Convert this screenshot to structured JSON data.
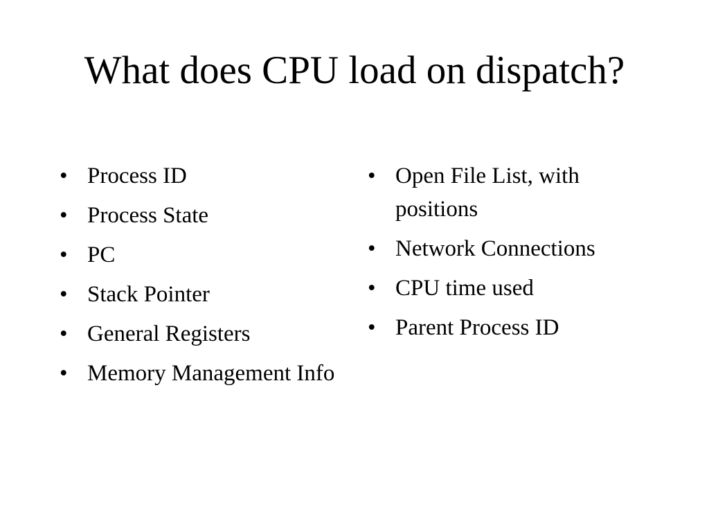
{
  "slide": {
    "title": "What does CPU load on dispatch?",
    "bullet_symbol": "•",
    "left_column": [
      "Process ID",
      "Process State",
      "PC",
      "Stack Pointer",
      "General Registers",
      "Memory Management Info"
    ],
    "right_column": [
      "Open File List, with positions",
      "Network Connections",
      "CPU time used",
      "Parent Process ID"
    ]
  }
}
